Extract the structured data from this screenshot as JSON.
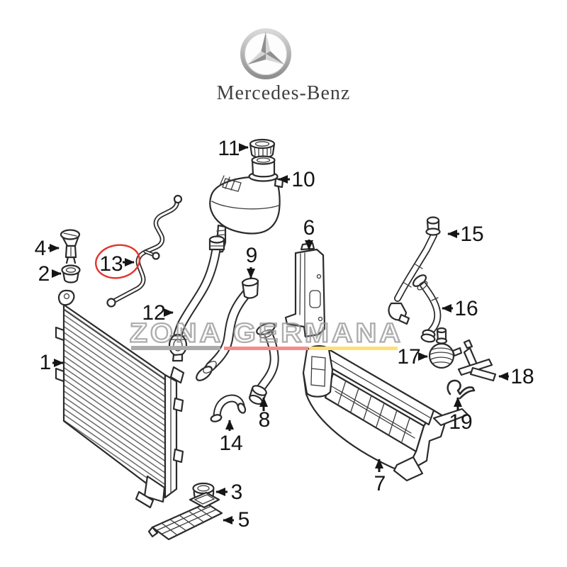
{
  "brand": {
    "name": "Mercedes-Benz"
  },
  "watermark": {
    "text": "ZONA GERMANA"
  },
  "colors": {
    "line_art": "#2b2b2b",
    "highlight_ring": "#e5332a",
    "watermark_gray": "#969696",
    "underline_gray": "#ababab",
    "underline_red": "#f98a8a",
    "underline_yellow": "#ffe074"
  },
  "diagram": {
    "type": "exploded-parts-diagram",
    "highlighted_callout": "13",
    "callouts": [
      {
        "number": "1"
      },
      {
        "number": "2"
      },
      {
        "number": "3"
      },
      {
        "number": "4"
      },
      {
        "number": "5"
      },
      {
        "number": "6"
      },
      {
        "number": "7"
      },
      {
        "number": "8"
      },
      {
        "number": "9"
      },
      {
        "number": "10"
      },
      {
        "number": "11"
      },
      {
        "number": "12"
      },
      {
        "number": "13"
      },
      {
        "number": "14"
      },
      {
        "number": "15"
      },
      {
        "number": "16"
      },
      {
        "number": "17"
      },
      {
        "number": "18"
      },
      {
        "number": "19"
      }
    ]
  }
}
